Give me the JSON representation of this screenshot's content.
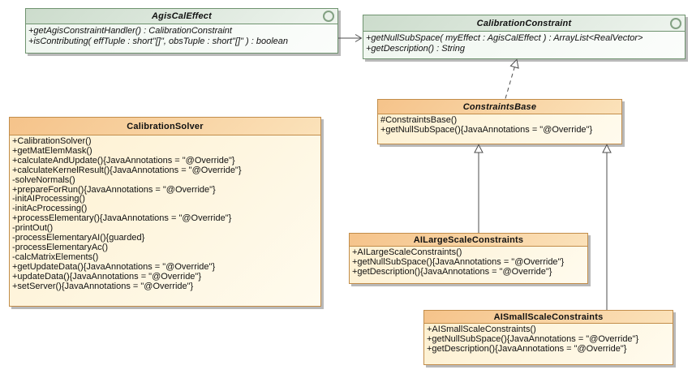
{
  "diagram_type": "uml-class-diagram",
  "classes": [
    {
      "name": "AgisCalEffect",
      "kind": "interface",
      "has_circle_icon": true,
      "members": [
        "+getAgisConstraintHandler() : CalibrationConstraint",
        "+isContributing( effTuple : short\"[]\", obsTuple : short\"[]\" ) : boolean"
      ]
    },
    {
      "name": "CalibrationConstraint",
      "kind": "interface",
      "has_circle_icon": true,
      "members": [
        "+getNullSubSpace( myEffect : AgisCalEffect ) : ArrayList<RealVector>",
        "+getDescription() : String"
      ]
    },
    {
      "name": "CalibrationSolver",
      "kind": "class",
      "has_circle_icon": false,
      "members": [
        "+CalibrationSolver()",
        "+getMatElemMask()",
        "+calculateAndUpdate(){JavaAnnotations = \"@Override\"}",
        "+calculateKernelResult(){JavaAnnotations = \"@Override\"}",
        "-solveNormals()",
        "+prepareForRun(){JavaAnnotations = \"@Override\"}",
        "-initAIProcessing()",
        "-initAcProcessing()",
        "+processElementary(){JavaAnnotations = \"@Override\"}",
        "-printOut()",
        "-processElementaryAI(){guarded}",
        "-processElementaryAc()",
        "-calcMatrixElements()",
        "+getUpdateData(){JavaAnnotations = \"@Override\"}",
        "+updateData(){JavaAnnotations = \"@Override\"}",
        "+setServer(){JavaAnnotations = \"@Override\"}"
      ]
    },
    {
      "name": "ConstraintsBase",
      "kind": "abstract-class",
      "has_circle_icon": false,
      "members": [
        "#ConstraintsBase()",
        "+getNullSubSpace(){JavaAnnotations = \"@Override\"}"
      ]
    },
    {
      "name": "AILargeScaleConstraints",
      "kind": "class",
      "has_circle_icon": false,
      "members": [
        "+AILargeScaleConstraints()",
        "+getNullSubSpace(){JavaAnnotations = \"@Override\"}",
        "+getDescription(){JavaAnnotations = \"@Override\"}"
      ]
    },
    {
      "name": "AISmallScaleConstraints",
      "kind": "class",
      "has_circle_icon": false,
      "members": [
        "+AISmallScaleConstraints()",
        "+getNullSubSpace(){JavaAnnotations = \"@Override\"}",
        "+getDescription(){JavaAnnotations = \"@Override\"}"
      ]
    }
  ],
  "relations": [
    {
      "type": "association",
      "from": "AgisCalEffect",
      "to": "CalibrationConstraint",
      "line": "solid",
      "arrowhead": "open"
    },
    {
      "type": "realization",
      "from": "ConstraintsBase",
      "to": "CalibrationConstraint",
      "line": "dashed",
      "arrowhead": "hollow-triangle"
    },
    {
      "type": "generalization",
      "from": "AILargeScaleConstraints",
      "to": "ConstraintsBase",
      "line": "solid",
      "arrowhead": "hollow-triangle"
    },
    {
      "type": "generalization",
      "from": "AISmallScaleConstraints",
      "to": "ConstraintsBase",
      "line": "solid",
      "arrowhead": "hollow-triangle"
    }
  ],
  "colors": {
    "interface_header": "#ccdccc",
    "interface_body": "#eff6ef",
    "interface_border": "#6f936f",
    "class_header": "#f5c38a",
    "class_body": "#fdf0d0",
    "class_border": "#c28d4a",
    "connector": "#4d4d4d",
    "shadow": "#b9b9b9",
    "background": "#ffffff"
  }
}
